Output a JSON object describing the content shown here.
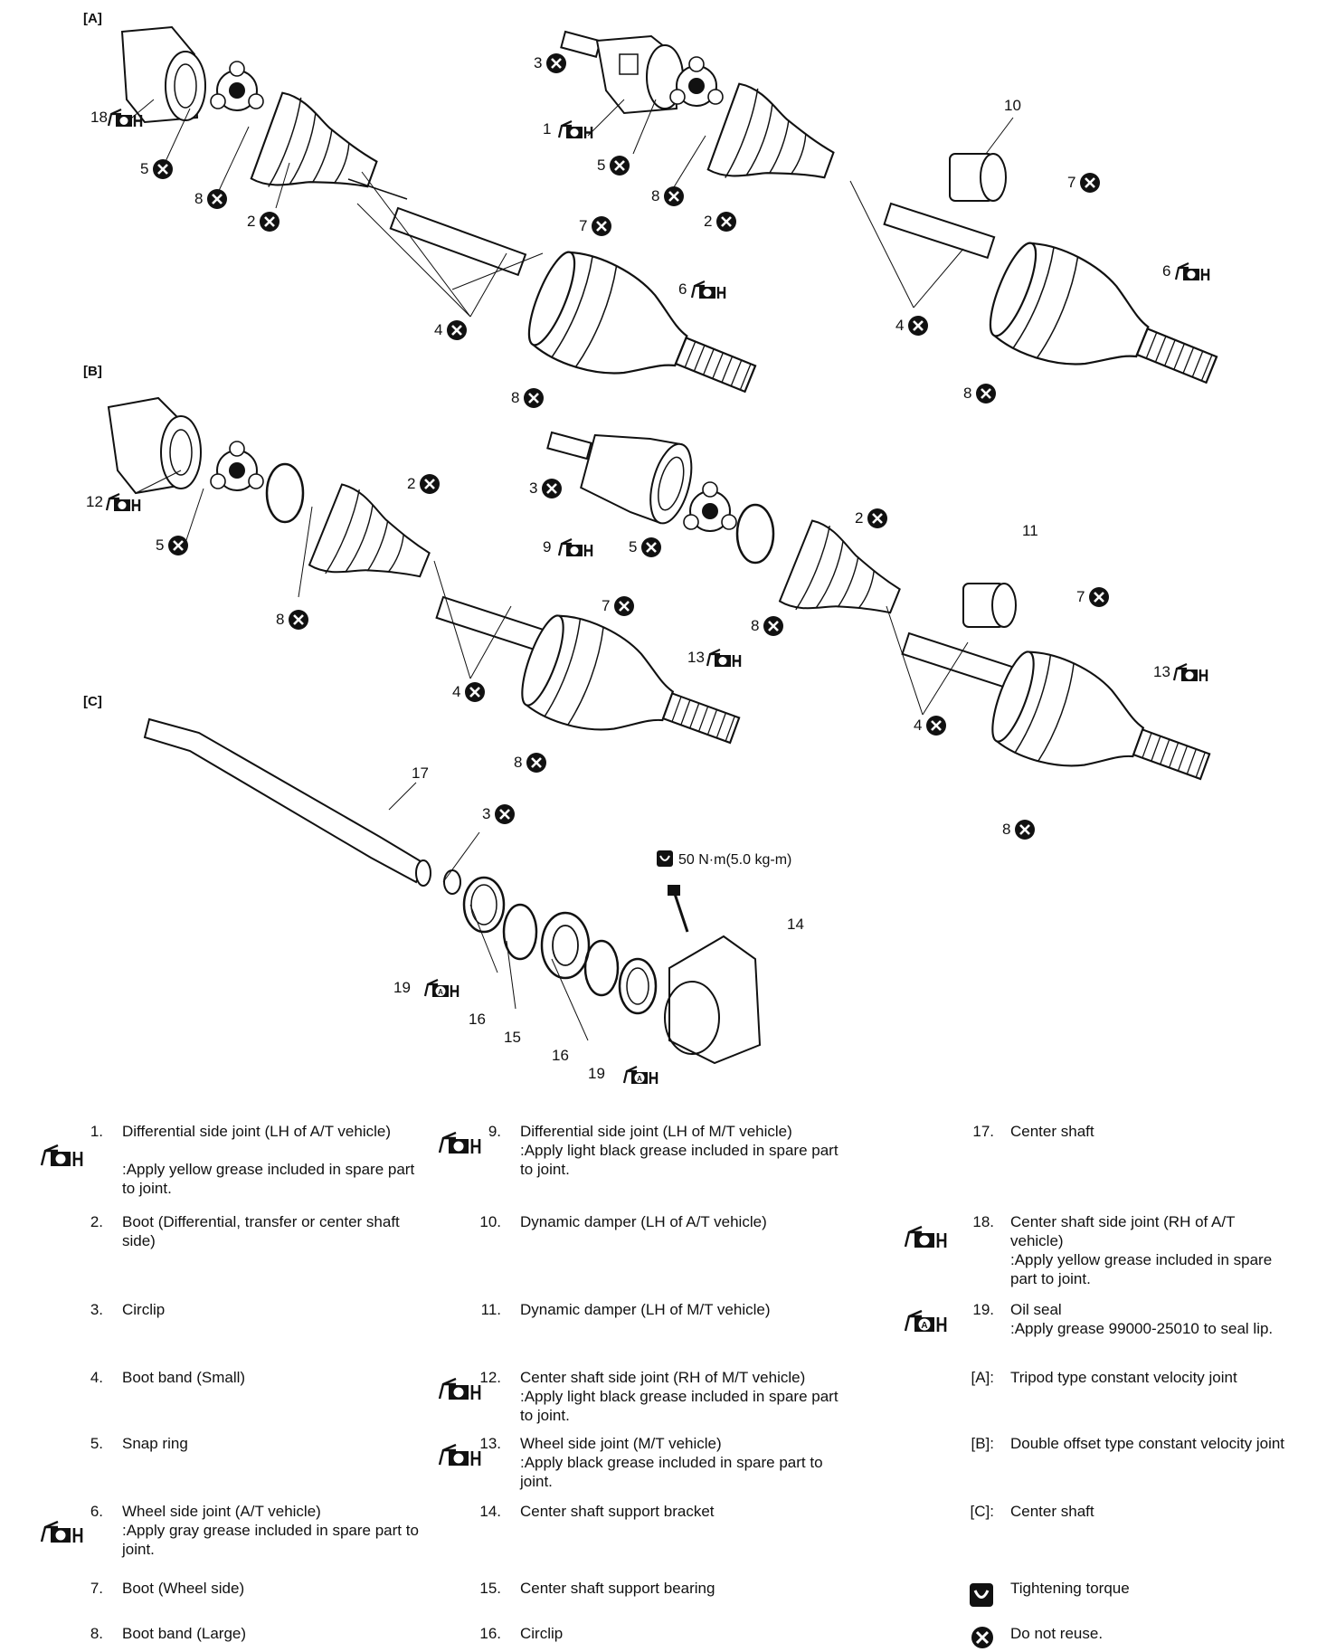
{
  "sections": {
    "a": "[A]",
    "b": "[B]",
    "c": "[C]"
  },
  "torque_spec": "50 N·m(5.0 kg-m)",
  "callouts": {
    "a": [
      "18",
      "5",
      "8",
      "2",
      "3",
      "1",
      "5",
      "8",
      "2",
      "10",
      "7",
      "6",
      "7",
      "6",
      "4",
      "4",
      "8",
      "8"
    ],
    "b": [
      "12",
      "5",
      "2",
      "8",
      "3",
      "9",
      "5",
      "2",
      "11",
      "8",
      "7",
      "7",
      "13",
      "13",
      "4",
      "4",
      "8",
      "8"
    ],
    "c": [
      "17",
      "3",
      "19",
      "16",
      "15",
      "16",
      "19",
      "14"
    ]
  },
  "legend": {
    "col1": [
      {
        "num": "1.",
        "text": "Differential side joint (LH of A/T vehicle)",
        "note": ":Apply yellow grease included in spare part to joint.",
        "grease": "plain"
      },
      {
        "num": "2.",
        "text": "Boot (Differential, transfer or center shaft side)"
      },
      {
        "num": "3.",
        "text": "Circlip"
      },
      {
        "num": "4.",
        "text": "Boot band (Small)"
      },
      {
        "num": "5.",
        "text": "Snap ring"
      },
      {
        "num": "6.",
        "text": "Wheel side joint (A/T vehicle)",
        "note": ":Apply gray grease included in spare part to joint.",
        "grease": "plain"
      },
      {
        "num": "7.",
        "text": "Boot (Wheel side)"
      },
      {
        "num": "8.",
        "text": "Boot band (Large)"
      }
    ],
    "col2": [
      {
        "num": "9.",
        "text": "Differential side joint (LH of M/T vehicle)",
        "note": ":Apply light black grease included in spare part to joint.",
        "grease": "plain"
      },
      {
        "num": "10.",
        "text": "Dynamic damper (LH of A/T vehicle)"
      },
      {
        "num": "11.",
        "text": "Dynamic damper (LH of M/T vehicle)"
      },
      {
        "num": "12.",
        "text": "Center shaft side joint (RH of M/T vehicle)",
        "note": ":Apply light black grease included in spare part to joint.",
        "grease": "plain"
      },
      {
        "num": "13.",
        "text": "Wheel side joint (M/T vehicle)",
        "note": ":Apply black grease included in spare part to joint.",
        "grease": "plain"
      },
      {
        "num": "14.",
        "text": "Center shaft support bracket"
      },
      {
        "num": "15.",
        "text": "Center shaft support bearing"
      },
      {
        "num": "16.",
        "text": "Circlip"
      }
    ],
    "col3": [
      {
        "num": "17.",
        "text": "Center shaft"
      },
      {
        "num": "18.",
        "text": "Center shaft side joint (RH of A/T vehicle)",
        "note": ":Apply yellow grease included in spare part to joint.",
        "grease": "plain"
      },
      {
        "num": "19.",
        "text": "Oil seal",
        "note": ":Apply grease 99000-25010 to seal lip.",
        "grease": "A"
      },
      {
        "num": "[A]:",
        "text": "Tripod type constant velocity joint"
      },
      {
        "num": "[B]:",
        "text": "Double offset type constant velocity joint"
      },
      {
        "num": "[C]:",
        "text": "Center shaft"
      },
      {
        "num": "",
        "text": "Tightening torque",
        "icon": "torque-icon"
      },
      {
        "num": "",
        "text": "Do not reuse.",
        "icon": "do-not-reuse-icon"
      }
    ]
  }
}
